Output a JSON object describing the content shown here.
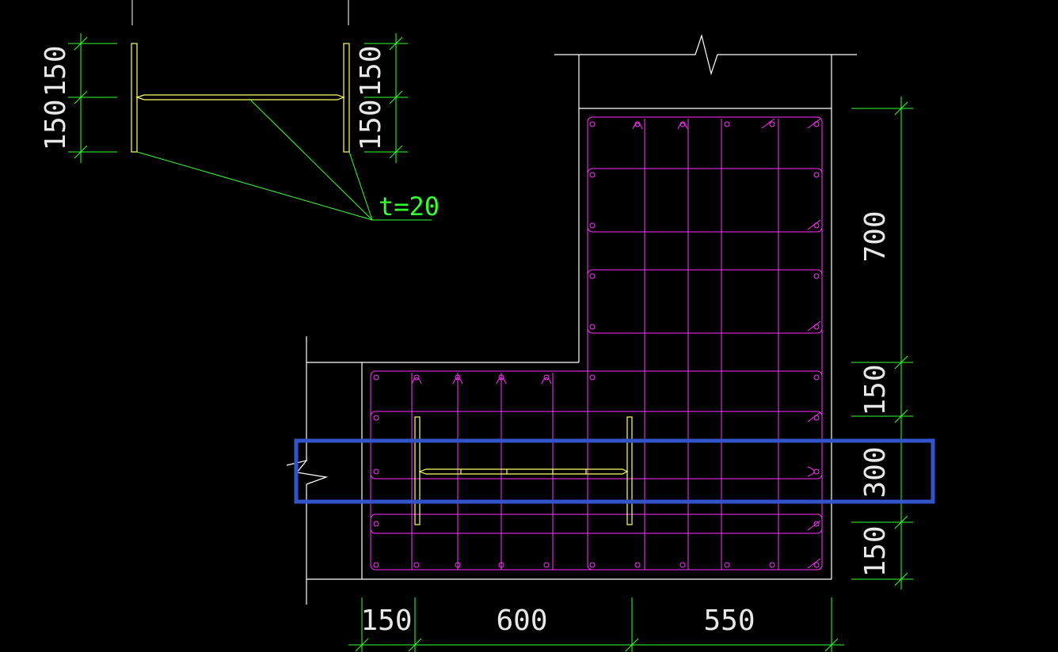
{
  "colors": {
    "background": "#000000",
    "outline": "#ffffff",
    "rebar": "#ff33ff",
    "steel": "#ffff66",
    "dimension": "#33ff33",
    "highlight": "#3355cc",
    "text": "#e8e8e8"
  },
  "detail": {
    "dims_left": [
      "150",
      "150"
    ],
    "dims_right": [
      "150",
      "150"
    ],
    "thickness_label": "t=20"
  },
  "section": {
    "dims_right": [
      "700",
      "150",
      "300",
      "150"
    ],
    "dims_bottom": [
      "150",
      "600",
      "550"
    ]
  }
}
